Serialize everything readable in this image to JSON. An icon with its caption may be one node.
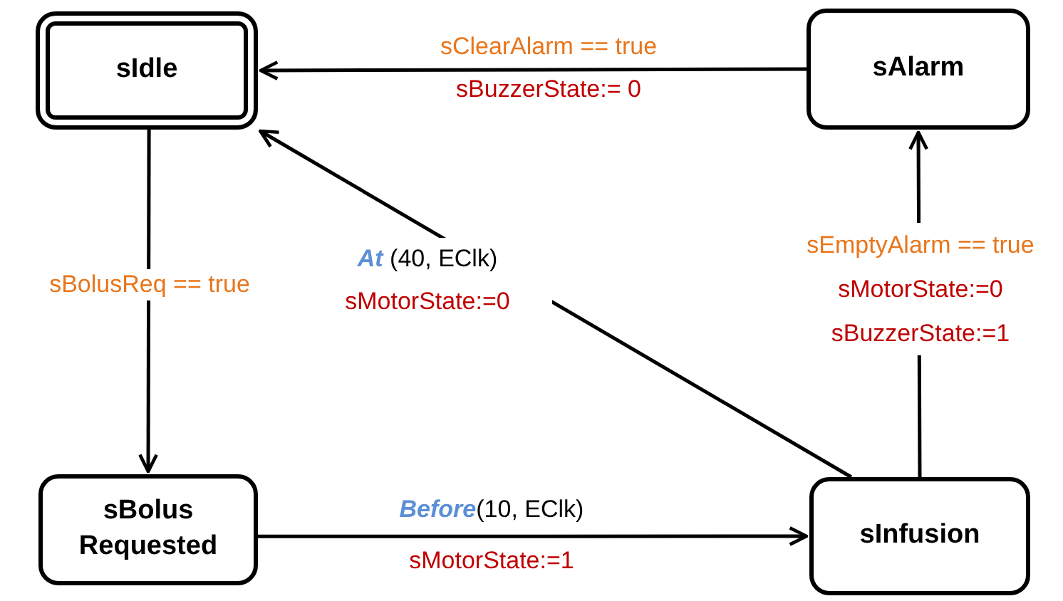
{
  "diagram": {
    "nodes": [
      {
        "text": [
          "sIdle"
        ]
      },
      {
        "text": [
          "sAlarm"
        ]
      },
      {
        "text": [
          "sBolus Requested"
        ]
      },
      {
        "text": [
          "sInfusion"
        ]
      }
    ],
    "edges": [
      {
        "from": 1,
        "to": 0,
        "arrow": "to",
        "label": "sClearAlarm == true sBuzzerState:= 0"
      },
      {
        "from": 0,
        "to": 2,
        "arrow": "to",
        "label": "sBolusReq == true"
      },
      {
        "from": 2,
        "to": 3,
        "arrow": "to",
        "label": "**Before**(10, EClk) sMotorState:=1"
      },
      {
        "from": 3,
        "to": 0,
        "arrow": "to",
        "label": "**At** (40, EClk) sMotorState:=0"
      },
      {
        "from": 3,
        "to": 1,
        "arrow": "to",
        "label": "sEmptyAlarm == true sMotorState:=0 sBuzzerState:=1"
      }
    ]
  }
}
